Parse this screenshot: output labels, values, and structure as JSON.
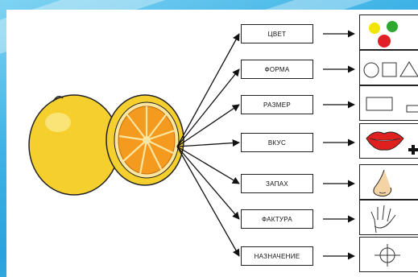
{
  "rows": [
    {
      "label": "ЦВЕТ",
      "icon": "colored-circles-icon"
    },
    {
      "label": "ФОРМА",
      "icon": "shapes-icon"
    },
    {
      "label": "РАЗМЕР",
      "icon": "size-rectangles-icon"
    },
    {
      "label": "ВКУС",
      "icon": "lips-plus-icon"
    },
    {
      "label": "ЗАПАХ",
      "icon": "nose-icon"
    },
    {
      "label": "ФАКТУРА",
      "icon": "hand-icon"
    },
    {
      "label": "НАЗНАЧЕНИЕ",
      "icon": "crosshair-icon"
    }
  ],
  "colors": {
    "background": "#3fb3e6",
    "fruit_peel": "#f5cf2e",
    "fruit_flesh": "#f39a1f",
    "dot_yellow": "#f2e600",
    "dot_green": "#2fa830",
    "dot_red": "#e01f26",
    "lips": "#e0201f",
    "skin": "#f4d3a5"
  }
}
